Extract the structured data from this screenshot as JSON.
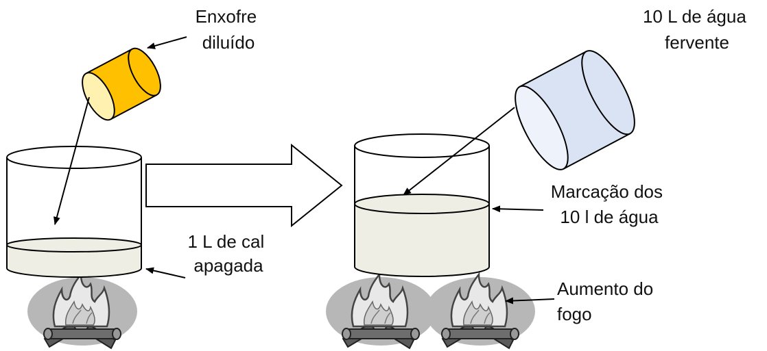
{
  "labels": {
    "sulfur": [
      "Enxofre",
      "diluído"
    ],
    "boiling_water": [
      "10 L de água",
      "fervente"
    ],
    "lime": [
      "1 L de cal",
      "apagada"
    ],
    "marking": [
      "Marcação dos",
      "10 l de água"
    ],
    "fire": [
      "Aumento do",
      "fogo"
    ]
  },
  "colors": {
    "sulfur_container": "#ffc000",
    "water_container": "#dae3f3",
    "liquid": "#eeeee4",
    "fire_base": "#b7b7b7",
    "outline": "#000000"
  },
  "icons": [
    "sulfur-container-icon",
    "water-container-icon",
    "pot-icon",
    "process-arrow-icon",
    "fire-icon"
  ]
}
